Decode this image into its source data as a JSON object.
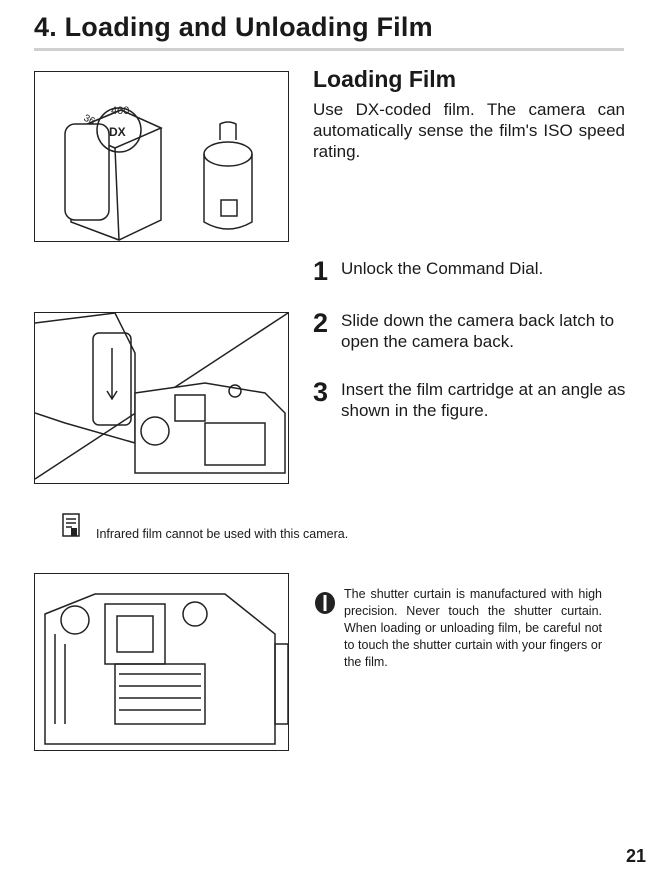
{
  "chapter": {
    "title": "4. Loading and Unloading Film"
  },
  "section": {
    "title": "Loading Film",
    "intro": "Use DX-coded film. The camera can automatically sense the film's ISO speed rating."
  },
  "steps": [
    {
      "number": "1",
      "text": "Unlock the Command Dial."
    },
    {
      "number": "2",
      "text": "Slide down the camera back latch to open the camera back."
    },
    {
      "number": "3",
      "text": "Insert the film cartridge at an angle as shown in the figure."
    }
  ],
  "note": {
    "icon": "memo-icon",
    "text": "Infrared film cannot be used with this camera."
  },
  "warning": {
    "icon": "caution-icon",
    "text": "The shutter curtain is manufactured with high precision. Never touch the shutter curtain. When loading or unloading film, be careful not to touch the shutter curtain with your fingers or the film."
  },
  "figures": {
    "fig1": {
      "dx_label": "DX",
      "count_label": "36",
      "iso_label": "400"
    }
  },
  "page": {
    "number": "21"
  }
}
